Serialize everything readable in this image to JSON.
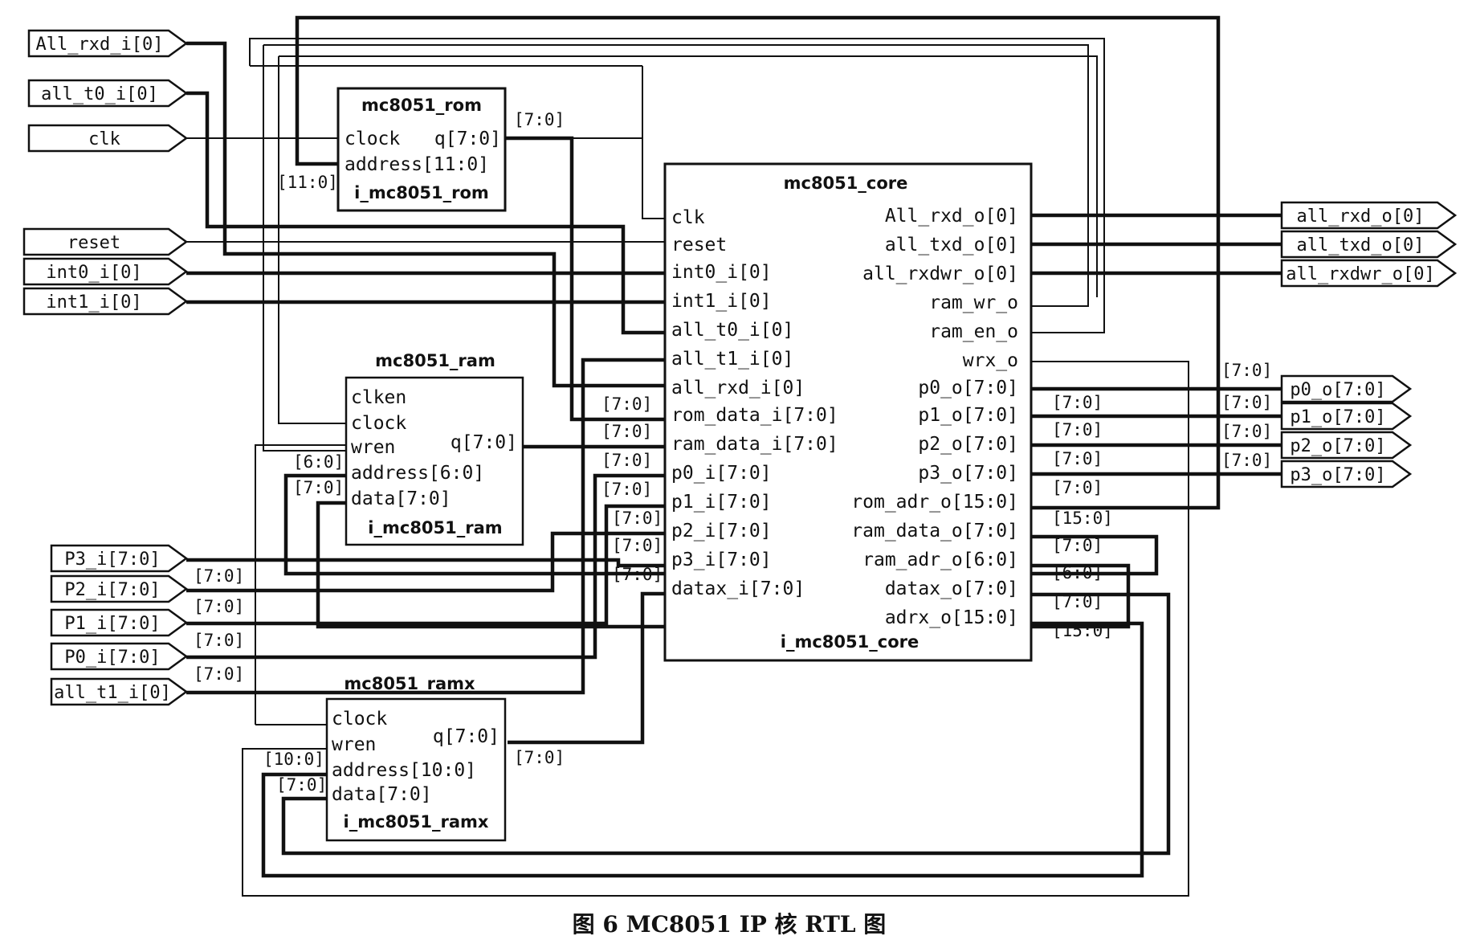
{
  "caption": "图 6  MC8051 IP 核 RTL 图",
  "inputs": [
    "All_rxd_i[0]",
    "all_t0_i[0]",
    "clk",
    "reset",
    "int0_i[0]",
    "int1_i[0]",
    "P3_i[7:0]",
    "P2_i[7:0]",
    "P1_i[7:0]",
    "P0_i[7:0]",
    "all_t1_i[0]"
  ],
  "outputs": [
    "all_rxd_o[0]",
    "all_txd_o[0]",
    "all_rxdwr_o[0]",
    "p0_o[7:0]",
    "p1_o[7:0]",
    "p2_o[7:0]",
    "p3_o[7:0]"
  ],
  "rom": {
    "title": "mc8051_rom",
    "ports_left": [
      "clock",
      "address[11:0]"
    ],
    "ports_right": [
      "q[7:0]"
    ],
    "instance": "i_mc8051_rom"
  },
  "ram": {
    "title": "mc8051_ram",
    "ports_left": [
      "clken",
      "clock",
      "wren",
      "address[6:0]",
      "data[7:0]"
    ],
    "ports_right": [
      "q[7:0]"
    ],
    "instance": "i_mc8051_ram"
  },
  "ramx": {
    "title": "mc8051_ramx",
    "ports_left": [
      "clock",
      "wren",
      "address[10:0]",
      "data[7:0]"
    ],
    "ports_right": [
      "q[7:0]"
    ],
    "instance": "i_mc8051_ramx"
  },
  "core": {
    "title": "mc8051_core",
    "ports_left": [
      "clk",
      "reset",
      "int0_i[0]",
      "int1_i[0]",
      "all_t0_i[0]",
      "all_t1_i[0]",
      "all_rxd_i[0]",
      "rom_data_i[7:0]",
      "ram_data_i[7:0]",
      "p0_i[7:0]",
      "p1_i[7:0]",
      "p2_i[7:0]",
      "p3_i[7:0]",
      "datax_i[7:0]"
    ],
    "ports_right": [
      "All_rxd_o[0]",
      "all_txd_o[0]",
      "all_rxdwr_o[0]",
      "ram_wr_o",
      "ram_en_o",
      "wrx_o",
      "p0_o[7:0]",
      "p1_o[7:0]",
      "p2_o[7:0]",
      "p3_o[7:0]",
      "rom_adr_o[15:0]",
      "ram_data_o[7:0]",
      "ram_adr_o[6:0]",
      "datax_o[7:0]",
      "adrx_o[15:0]"
    ],
    "instance": "i_mc8051_core"
  },
  "bus_labels": {
    "rom_q": "[7:0]",
    "rom_addr": "[11:0]",
    "ram_addr": "[6:0]",
    "ram_data": "[7:0]",
    "ramx_addr": "[10:0]",
    "ramx_data": "[7:0]",
    "ramx_q": "[7:0]",
    "p3_in": "[7:0]",
    "p2_in": "[7:0]",
    "p1_in": "[7:0]",
    "p0_in": "[7:0]",
    "core_rom_data": "[7:0]",
    "core_ram_data": "[7:0]",
    "core_p0": "[7:0]",
    "core_p1": "[7:0]",
    "core_p2": "[7:0]",
    "core_p3": "[7:0]",
    "core_datax": "[7:0]",
    "core_out_p0": "[7:0]",
    "core_out_p1": "[7:0]",
    "core_out_p2": "[7:0]",
    "core_out_p3": "[7:0]",
    "core_out_rom_adr": "[15:0]",
    "core_out_ram_data": "[7:0]",
    "core_out_ram_adr": "[6:0]",
    "core_out_datax": "[7:0]",
    "core_out_adrx": "[15:0]",
    "out_p0": "[7:0]",
    "out_p1": "[7:0]",
    "out_p2": "[7:0]",
    "out_p3": "[7:0]"
  }
}
